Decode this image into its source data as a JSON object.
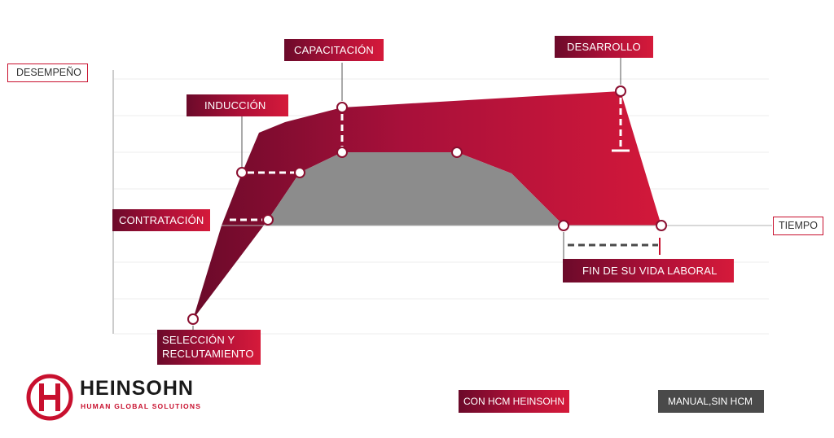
{
  "axes": {
    "y_label": "DESEMPEÑO",
    "x_label": "TIEMPO"
  },
  "stages": {
    "seleccion_line1": "SELECCIÓN Y",
    "seleccion_line2": "RECLUTAMIENTO",
    "contratacion": "CONTRATACIÓN",
    "induccion": "INDUCCIÓN",
    "capacitacion": "CAPACITACIÓN",
    "desarrollo": "DESARROLLO",
    "fin": "FIN DE SU VIDA LABORAL"
  },
  "legend": {
    "con_hcm": "CON HCM HEINSOHN",
    "sin_hcm": "MANUAL,SIN HCM"
  },
  "brand": {
    "name": "HEINSOHN",
    "tagline": "HUMAN GLOBAL SOLUTIONS"
  },
  "colors": {
    "accent": "#c8102e",
    "dark_red": "#6b0a2a",
    "gray_area": "#8c8c8c",
    "legend_dark": "#4a4a4a"
  }
}
